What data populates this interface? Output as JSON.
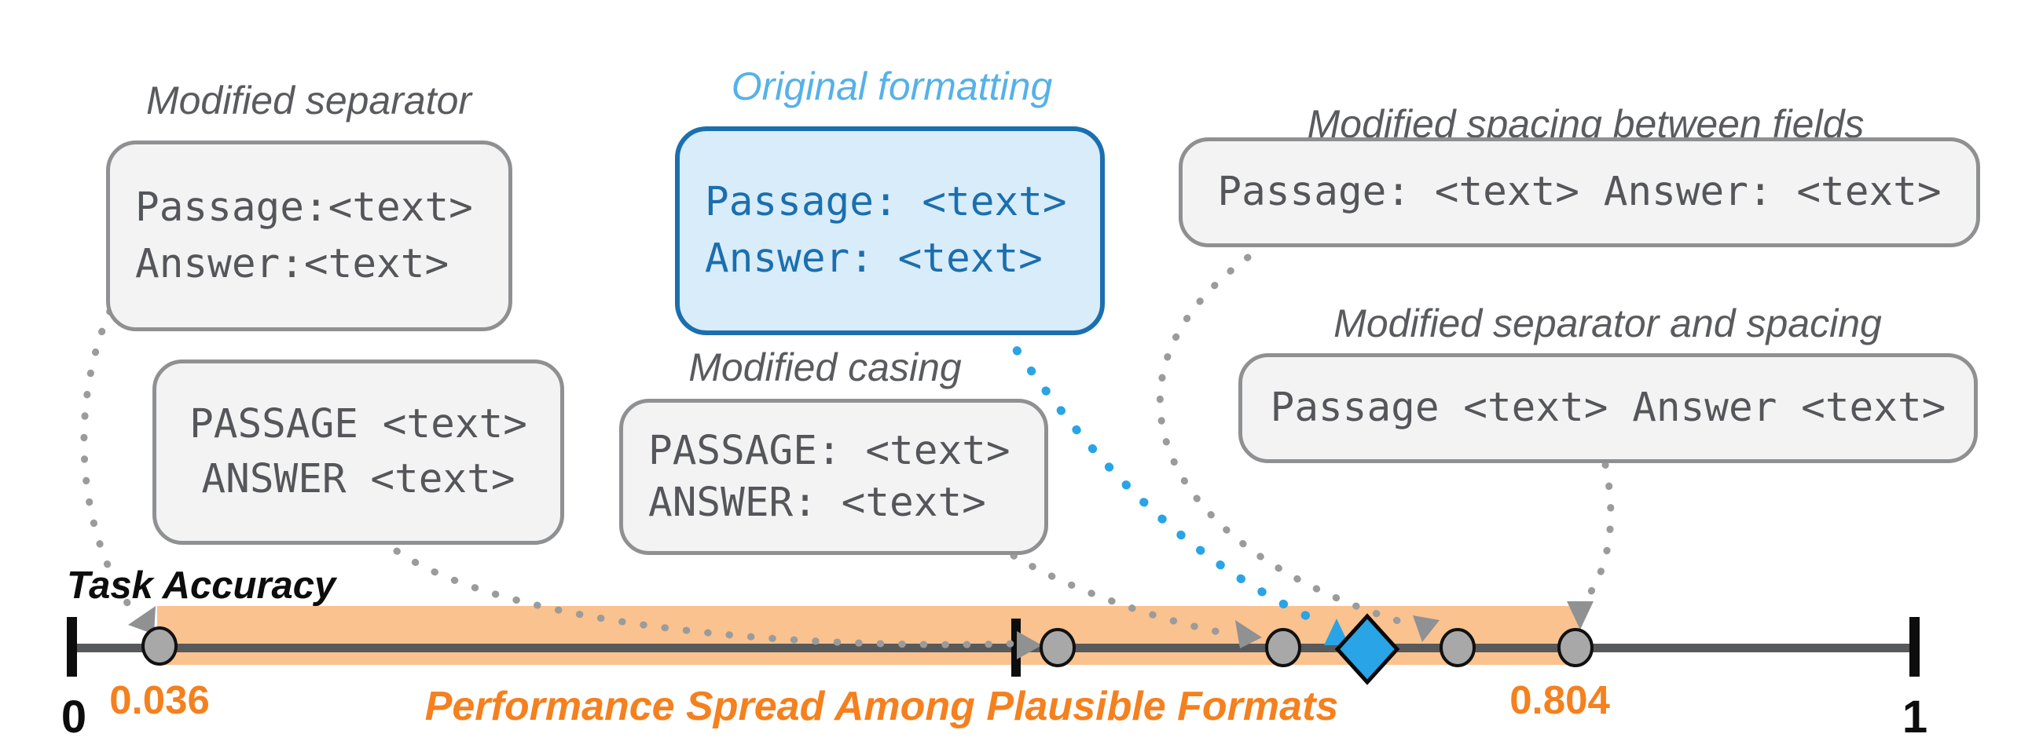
{
  "figure": {
    "axis_label": "Task Accuracy",
    "caption": "Performance Spread Among Plausible Formats",
    "axis_min_label": "0",
    "axis_max_label": "1",
    "spread_low_label": "0.036",
    "spread_high_label": "0.804"
  },
  "boxes": {
    "modified_separator": {
      "title": "Modified separator",
      "line1": "Passage:<text>",
      "line2": "Answer:<text>"
    },
    "original_formatting": {
      "title": "Original formatting",
      "line1": "Passage: <text>",
      "line2": "Answer: <text>"
    },
    "modified_spacing": {
      "title": "Modified spacing between fields",
      "line1": "Passage: <text> Answer: <text>"
    },
    "modified_casing": {
      "title": "Modified casing",
      "line1": "PASSAGE: <text>",
      "line2": "ANSWER: <text>"
    },
    "modified_casing_separator": {
      "title": "",
      "line1": "PASSAGE <text>",
      "line2": "ANSWER <text>"
    },
    "modified_separator_spacing": {
      "title": "Modified separator and spacing",
      "line1": "Passage <text> Answer <text>"
    }
  },
  "number_line": {
    "type": "number-line",
    "axis_range": [
      0,
      1
    ],
    "ticks_labeled": [
      "0",
      "1"
    ],
    "middle_tick_unlabeled_approx": 0.5,
    "spread_band": [
      0.036,
      0.804
    ],
    "markers": [
      {
        "shape": "circle",
        "approx_value": 0.036,
        "label": "0.036",
        "source_box": "modified_separator"
      },
      {
        "shape": "circle",
        "approx_value": 0.53,
        "source_box": "modified_casing_separator"
      },
      {
        "shape": "circle",
        "approx_value": 0.66,
        "source_box": "modified_casing"
      },
      {
        "shape": "diamond",
        "approx_value": 0.7,
        "source_box": "original_formatting"
      },
      {
        "shape": "circle",
        "approx_value": 0.75,
        "source_box": "modified_spacing"
      },
      {
        "shape": "circle",
        "approx_value": 0.804,
        "label": "0.804",
        "source_box": "modified_separator_spacing"
      }
    ]
  },
  "colors": {
    "orange_band": "#F9C28F",
    "orange_text": "#F5801E",
    "line_gray": "#58595B",
    "marker_gray": "#A8A8A8",
    "blue_accent": "#29A4E6",
    "blue_border": "#1B6FAE",
    "blue_fill": "#D8ECFA",
    "blue_title": "#55B1E9",
    "box_fill": "#F3F3F4",
    "box_border": "#8F9092",
    "text_gray": "#55565A"
  }
}
